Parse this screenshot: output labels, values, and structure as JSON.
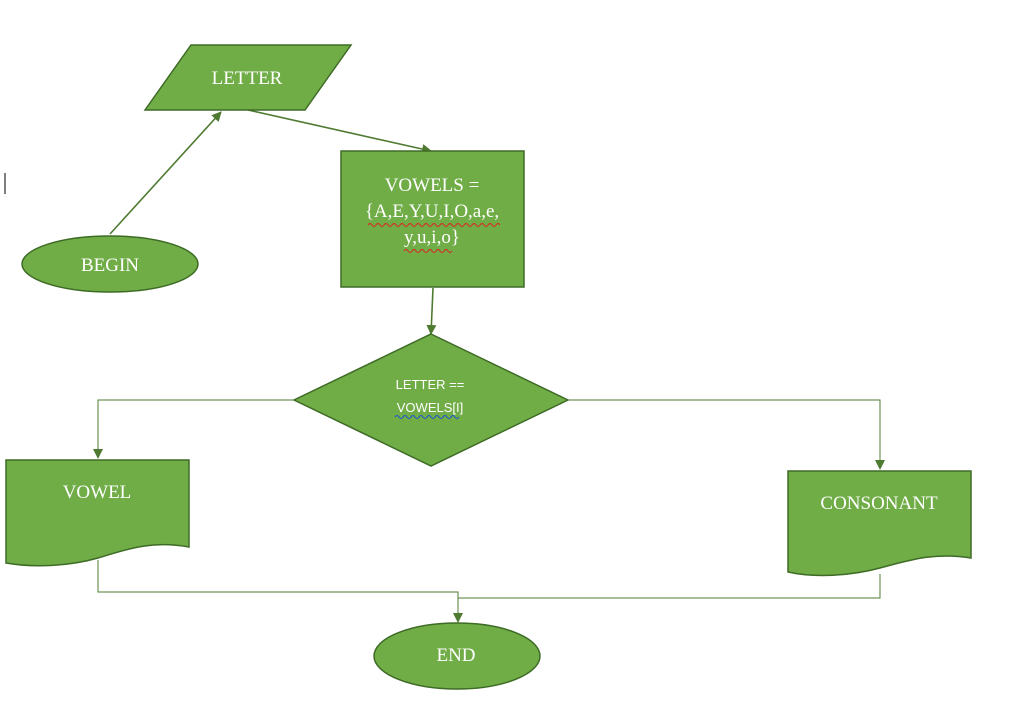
{
  "nodes": {
    "letter": {
      "label": "LETTER"
    },
    "begin": {
      "label": "BEGIN"
    },
    "vowels_def": {
      "lines": [
        "VOWELS =",
        "{A,E,Y,U,I,O,a,e,",
        "y,u,i,o}"
      ]
    },
    "decision": {
      "lines": [
        "LETTER ==",
        "VOWELS[I]"
      ]
    },
    "vowel": {
      "label": "VOWEL"
    },
    "consonant": {
      "label": "CONSONANT"
    },
    "end": {
      "label": "END"
    }
  },
  "colors": {
    "node_fill": "#70ad47",
    "node_stroke": "#3e6b26",
    "edge": "#4f7a31",
    "text": "#ffffff"
  }
}
